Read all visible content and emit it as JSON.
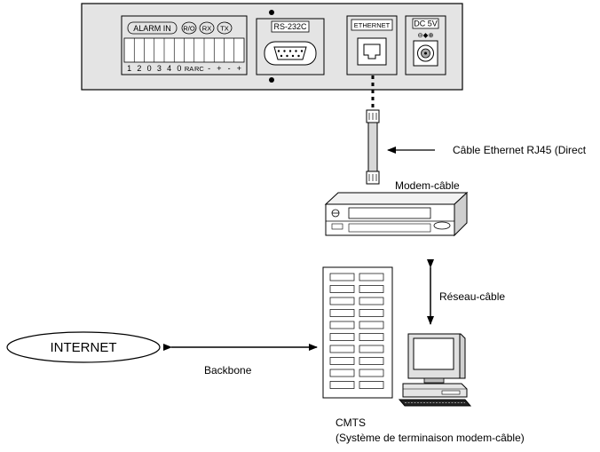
{
  "device_panel": {
    "alarm_label": "ALARM IN",
    "ro_label": "R/O",
    "rx_label": "RX",
    "tx_label": "TX",
    "pins": [
      "1",
      "2",
      "0",
      "3",
      "4",
      "0",
      "RA",
      "RC",
      "-",
      "+",
      "-",
      "+"
    ],
    "rs232_label": "RS-232C",
    "ethernet_label": "ETHERNET",
    "dc_label": "DC 5V",
    "dc_polarity": "⊖◆⊕"
  },
  "labels": {
    "ethernet_cable": "Câble Ethernet RJ45 (Direct",
    "modem": "Modem-câble",
    "cable_network": "Réseau-câble",
    "internet": "INTERNET",
    "backbone": "Backbone",
    "cmts_line1": "CMTS",
    "cmts_line2": "(Système de terminaison modem-câble)"
  }
}
